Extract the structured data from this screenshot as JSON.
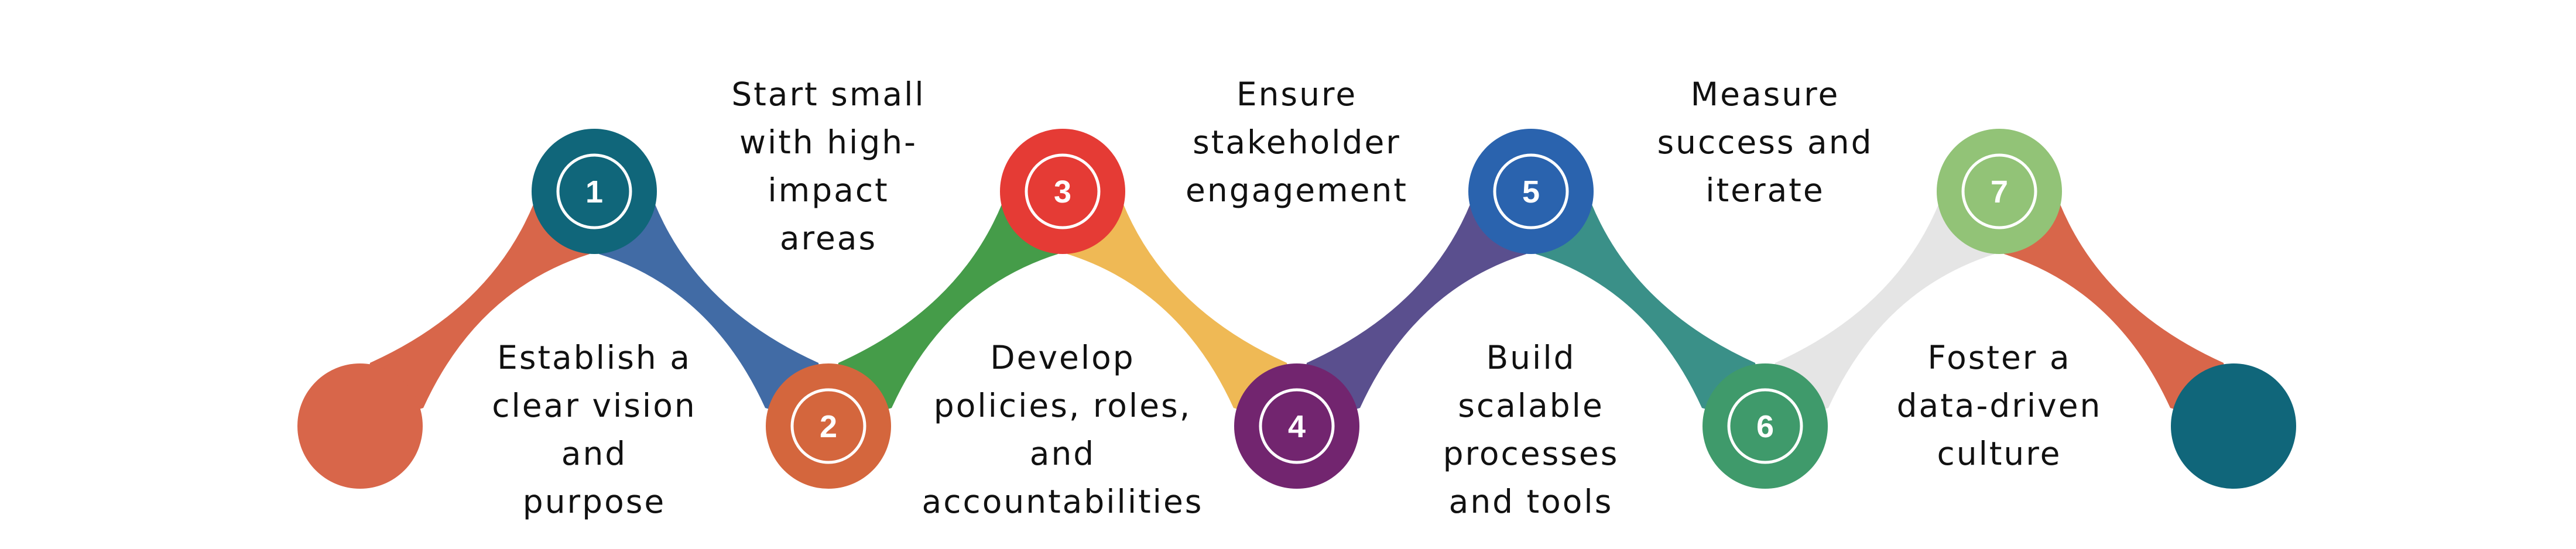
{
  "diagram": {
    "layout": "zigzag-timeline",
    "start_node": {
      "color": "#D8664A"
    },
    "end_node": {
      "color": "#10667A"
    },
    "steps": [
      {
        "number": "1",
        "color": "#10667A",
        "position": "top",
        "label_lines": [
          "Establish a",
          "clear vision",
          "and",
          "purpose"
        ]
      },
      {
        "number": "2",
        "color": "#D4663D",
        "position": "bottom",
        "label_lines": [
          "Start small",
          "with high-",
          "impact",
          "areas"
        ]
      },
      {
        "number": "3",
        "color": "#E53B35",
        "position": "top",
        "label_lines": [
          "Develop",
          "policies, roles,",
          "and",
          "accountabilities"
        ]
      },
      {
        "number": "4",
        "color": "#72256F",
        "position": "bottom",
        "label_lines": [
          "Ensure",
          "stakeholder",
          "engagement"
        ]
      },
      {
        "number": "5",
        "color": "#2A63AE",
        "position": "top",
        "label_lines": [
          "Build",
          "scalable",
          "processes",
          "and tools"
        ]
      },
      {
        "number": "6",
        "color": "#3F9A6B",
        "position": "bottom",
        "label_lines": [
          "Measure",
          "success and",
          "iterate"
        ]
      },
      {
        "number": "7",
        "color": "#92C377",
        "position": "top",
        "label_lines": [
          "Foster a",
          "data-driven",
          "culture"
        ]
      }
    ],
    "connector_colors": [
      "#D8664A",
      "#416BA5",
      "#459C49",
      "#EFB955",
      "#5A4F8E",
      "#3A9088",
      "#E5E5E5",
      "#D8664A"
    ]
  }
}
